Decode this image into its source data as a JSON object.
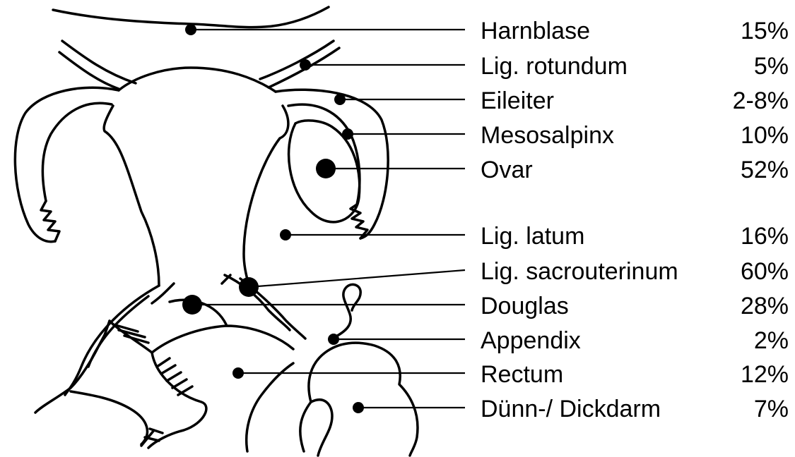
{
  "labels": [
    {
      "name": "Harnblase",
      "percent": "15%"
    },
    {
      "name": "Lig. rotundum",
      "percent": "5%"
    },
    {
      "name": "Eileiter",
      "percent": "2-8%"
    },
    {
      "name": "Mesosalpinx",
      "percent": "10%"
    },
    {
      "name": "Ovar",
      "percent": "52%"
    },
    {
      "name": "Lig. latum",
      "percent": "16%"
    },
    {
      "name": "Lig. sacrouterinum",
      "percent": "60%"
    },
    {
      "name": "Douglas",
      "percent": "28%"
    },
    {
      "name": "Appendix",
      "percent": "2%"
    },
    {
      "name": "Rectum",
      "percent": "12%"
    },
    {
      "name": "Dünn-/ Dickdarm",
      "percent": "7%"
    }
  ]
}
